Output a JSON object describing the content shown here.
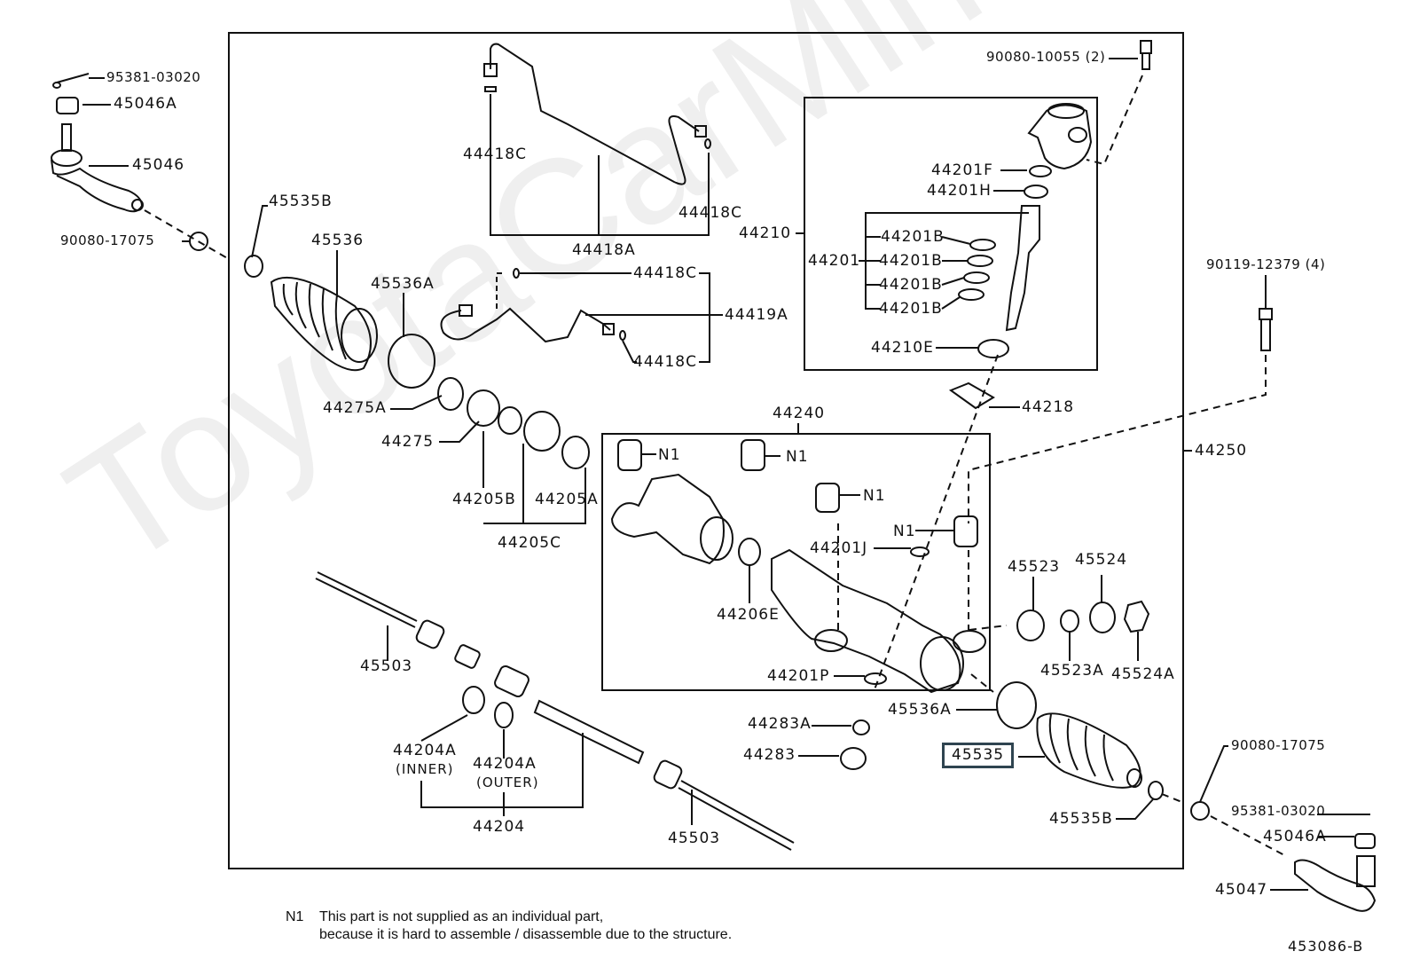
{
  "diagram": {
    "title": "Steering rack & pinion exploded parts diagram",
    "figure_id": "453086-B",
    "watermark": "ToyotaCarMine.ru",
    "highlighted_part": "45535",
    "labels": {
      "p95381_03020_l": "95381-03020",
      "p45046A_l": "45046A",
      "p45046": "45046",
      "p90080_17075_l": "90080-17075",
      "p45535B_l": "45535B",
      "p45536": "45536",
      "p45536A_l": "45536A",
      "p44275A": "44275A",
      "p44275": "44275",
      "p44205B": "44205B",
      "p44205A": "44205A",
      "p44205C": "44205C",
      "p44418C_top": "44418C",
      "p44418A": "44418A",
      "p44418C_right": "44418C",
      "p44418C_mid": "44418C",
      "p44419A": "44419A",
      "p44418C_bot": "44418C",
      "p90080_10055": "90080-10055 (2)",
      "p44201F": "44201F",
      "p44201H": "44201H",
      "p44210": "44210",
      "p44201": "44201",
      "p44201B_1": "44201B",
      "p44201B_2": "44201B",
      "p44201B_3": "44201B",
      "p44201B_4": "44201B",
      "p44210E": "44210E",
      "p44218": "44218",
      "p90119_12379": "90119-12379 (4)",
      "p44250": "44250",
      "p44240": "44240",
      "n1_a": "N1",
      "n1_b": "N1",
      "n1_c": "N1",
      "n1_d": "N1",
      "p44201J": "44201J",
      "p44206E": "44206E",
      "p44201P": "44201P",
      "p45523": "45523",
      "p45524": "45524",
      "p45523A": "45523A",
      "p45524A": "45524A",
      "p45503_l": "45503",
      "p44204A_inner": "44204A",
      "inner": "(INNER)",
      "p44204A_outer": "44204A",
      "outer": "(OUTER)",
      "p44204": "44204",
      "p45503_r": "45503",
      "p44283A": "44283A",
      "p44283": "44283",
      "p45536A_r": "45536A",
      "p45535": "45535",
      "p45535B_r": "45535B",
      "p90080_17075_r": "90080-17075",
      "p95381_03020_r": "95381-03020",
      "p45046A_r": "45046A",
      "p45047": "45047"
    },
    "note": {
      "tag": "N1",
      "line1": "This part is not supplied as an individual part,",
      "line2": "because it is hard to assemble / disassemble due to the structure."
    }
  }
}
